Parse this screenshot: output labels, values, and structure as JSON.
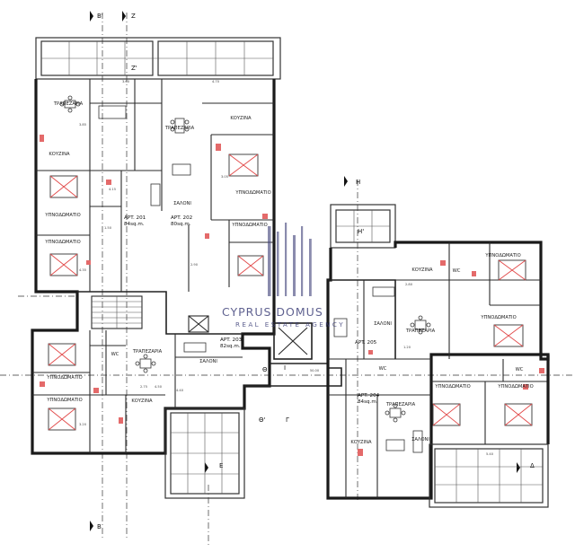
{
  "rooms": {
    "kitchen": "ΚΟΥΖΙΝΑ",
    "dining": "ΤΡΑΠΕΖΑΡΙΑ",
    "living": "ΣΑΛΟΝΙ",
    "bedroom": "ΥΠΝΟΔΩΜΑΤΙΟ",
    "wc": "WC"
  },
  "apartments": [
    {
      "id": "APT. 201",
      "area": "84sq.m."
    },
    {
      "id": "APT. 202",
      "area": "80sq.m."
    },
    {
      "id": "APT. 203",
      "area": "82sq.m."
    },
    {
      "id": "APT. 204",
      "area": "84sq.m."
    },
    {
      "id": "APT. 205"
    }
  ],
  "axes": [
    "B'",
    "Z",
    "Z'",
    "H",
    "H'",
    "Θ",
    "Θ'",
    "Γ",
    "E",
    "Δ",
    "B",
    "I"
  ],
  "dimensions": [
    "3.60",
    "4.70",
    "3.85",
    "4.15",
    "4.35",
    "3.05",
    "1.50",
    "2.90",
    "4.50",
    "3.20",
    "2.75",
    "1.20",
    "50.00",
    "4.40",
    "2.80",
    "5.40"
  ],
  "watermark": {
    "name": "CYPRUS DOMUS",
    "tagline": "REAL ESTATE AGENCY",
    "color": "#3c3f78"
  },
  "colors": {
    "walls": "#1a1a1a",
    "fixtures": "#e46a6a",
    "beds": "#e24a4a"
  }
}
